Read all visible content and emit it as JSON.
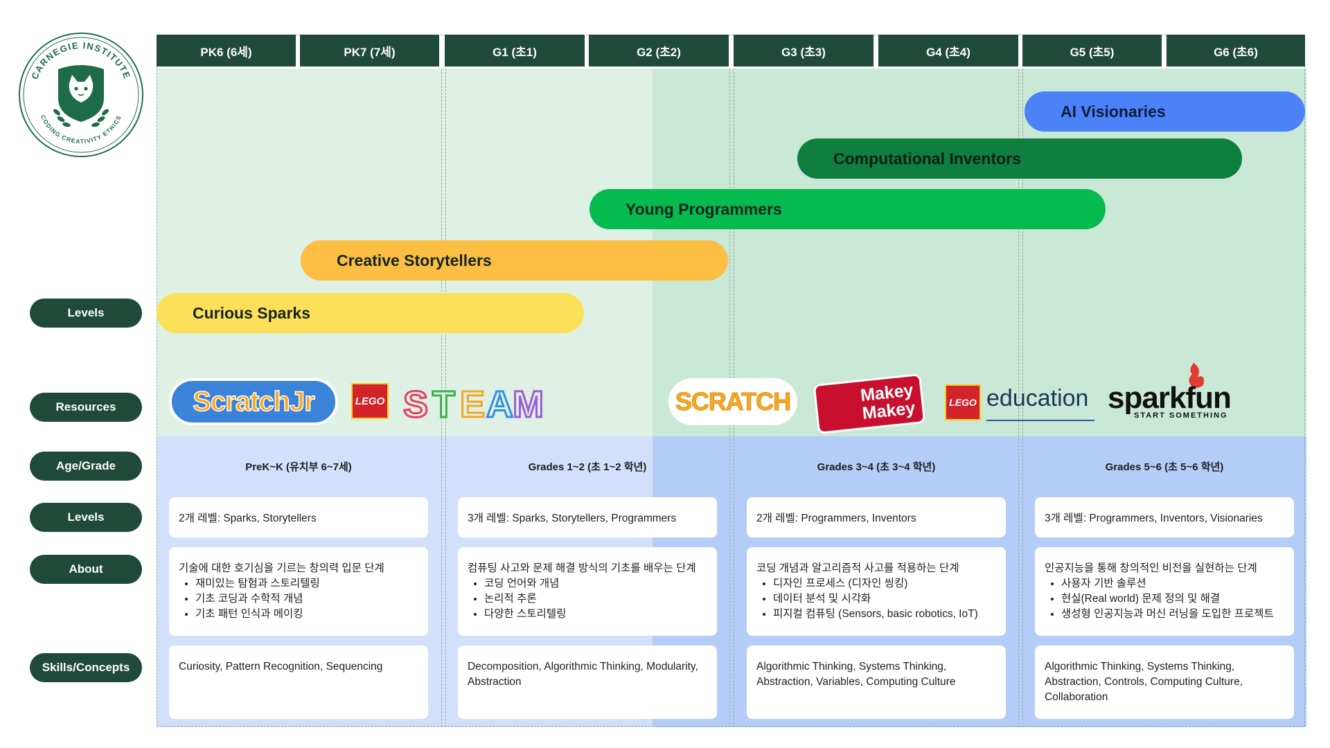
{
  "emblem": {
    "top_text": "CARNEGIE INSTITUTE",
    "bottom_text": "CODING CREATIVITY ETHICS"
  },
  "grades": [
    "PK6 (6세)",
    "PK7 (7세)",
    "G1 (초1)",
    "G2 (초2)",
    "G3 (초3)",
    "G4 (초4)",
    "G5 (초5)",
    "G6 (초6)"
  ],
  "levels": [
    {
      "name": "AI Visionaries",
      "color": "#4b82f7"
    },
    {
      "name": "Computational Inventors",
      "color": "#0e7f3f"
    },
    {
      "name": "Young Programmers",
      "color": "#05ba4e"
    },
    {
      "name": "Creative Storytellers",
      "color": "#fcbf43"
    },
    {
      "name": "Curious Sparks",
      "color": "#fde05a"
    }
  ],
  "row_labels": {
    "levels": "Levels",
    "resources": "Resources",
    "age_grade": "Age/Grade",
    "levels2": "Levels",
    "about": "About",
    "skills": "Skills/Concepts"
  },
  "resources": [
    {
      "name": "ScratchJr",
      "text": "ScratchJr",
      "icon": "scratchjr-logo"
    },
    {
      "name": "LEGO",
      "text": "LEGO",
      "icon": "lego-logo"
    },
    {
      "name": "STEAM",
      "text": "STEAM",
      "icon": "steam-logo"
    },
    {
      "name": "Scratch",
      "text": "SCRATCH",
      "icon": "scratch-logo"
    },
    {
      "name": "Makey Makey",
      "text_top": "Makey",
      "text_bottom": "Makey",
      "icon": "makeymakey-logo"
    },
    {
      "name": "LEGO education",
      "lego": "LEGO",
      "text": "education",
      "icon": "lego-education-logo"
    },
    {
      "name": "sparkfun",
      "text": "sparkfun",
      "tagline": "START SOMETHING",
      "icon": "sparkfun-logo"
    }
  ],
  "columns": [
    {
      "age": "PreK~K (유치부 6~7세)",
      "levels": "2개 레벨: Sparks, Storytellers",
      "about_title": "기술에 대한 호기심을 기르는 창의력 입문 단계",
      "about_items": [
        "재미있는 탐험과 스토리텔링",
        "기초 코딩과 수학적 개념",
        "기초 패턴 인식과 메이킹"
      ],
      "skills": "Curiosity, Pattern Recognition, Sequencing"
    },
    {
      "age": "Grades 1~2 (초 1~2 학년)",
      "levels": "3개 레벨: Sparks, Storytellers, Programmers",
      "about_title": "컴퓨팅 사고와 문제 해결 방식의 기초를 배우는 단계",
      "about_items": [
        "코딩 언어와 개념",
        "논리적 추론",
        "다양한 스토리텔링"
      ],
      "skills": "Decomposition, Algorithmic Thinking, Modularity, Abstraction"
    },
    {
      "age": "Grades 3~4 (초 3~4 학년)",
      "levels": "2개 레벨: Programmers, Inventors",
      "about_title": "코딩 개념과 알고리즘적 사고를 적용하는 단계",
      "about_items": [
        "디자인 프로세스 (디자인 씽킹)",
        "데이터 분석 및 시각화",
        "피지컬 컴퓨팅 (Sensors, basic robotics, IoT)"
      ],
      "skills": "Algorithmic Thinking, Systems Thinking, Abstraction, Variables, Computing Culture"
    },
    {
      "age": "Grades 5~6 (초 5~6 학년)",
      "levels": "3개 레벨:  Programmers, Inventors, Visionaries",
      "about_title": "인공지능을 통해 창의적인 비전을 실현하는 단계",
      "about_items": [
        "사용자 기반 솔루션",
        "현실(Real world) 문제 정의 및 해결",
        "생성형 인공지능과 머신 러닝을 도입한 프로젝트"
      ],
      "skills": "Algorithmic Thinking, Systems Thinking, Abstraction, Controls, Computing Culture, Collaboration"
    }
  ]
}
